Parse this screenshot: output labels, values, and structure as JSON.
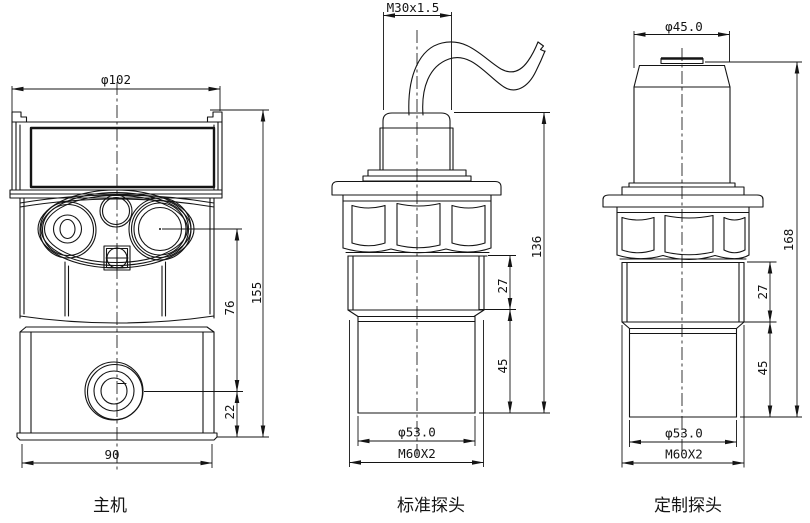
{
  "drawing": {
    "background_color": "#ffffff",
    "line_color": "#141414",
    "views": {
      "main_unit": {
        "label": "主机",
        "dims": {
          "cover_diameter": "φ102",
          "overall_height": "155",
          "upper_height": "76",
          "gland_height": "22",
          "base_width": "90"
        }
      },
      "standard_probe": {
        "label": "标准探头",
        "dims": {
          "cable_gland_thread": "M30x1.5",
          "overall_height": "136",
          "thread_length": "27",
          "tip_length": "45",
          "tip_diameter": "φ53.0",
          "mount_thread": "M60X2"
        }
      },
      "custom_probe": {
        "label": "定制探头",
        "dims": {
          "top_diameter": "φ45.0",
          "overall_height": "168",
          "thread_length": "27",
          "tip_length": "45",
          "tip_diameter": "φ53.0",
          "mount_thread": "M60X2"
        }
      }
    }
  }
}
